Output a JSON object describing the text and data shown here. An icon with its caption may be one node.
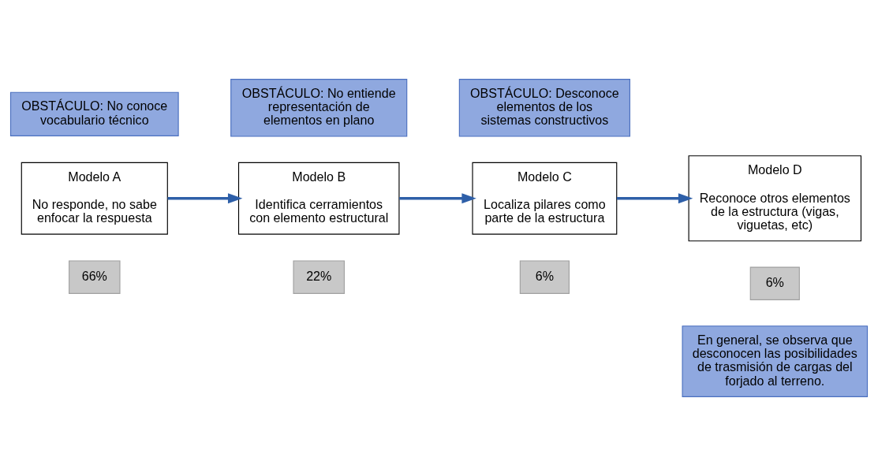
{
  "diagram": {
    "nodes": [
      {
        "text": [
          "OBSTÁCULO: No conoce vocabulario técnico"
        ]
      },
      {
        "text": [
          "Modelo A",
          "No responde, no sabe enfocar la respuesta"
        ]
      },
      {
        "text": [
          "66%"
        ]
      },
      {
        "text": [
          "OBSTÁCULO: No entiende representación de elementos en plano"
        ]
      },
      {
        "text": [
          "Modelo B",
          "Identifica cerramientos con elemento estructural"
        ]
      },
      {
        "text": [
          "22%"
        ]
      },
      {
        "text": [
          "OBSTÁCULO: Desconoce elementos de los sistemas constructivos"
        ]
      },
      {
        "text": [
          "Modelo C",
          "Localiza pilares como parte de la estructura"
        ]
      },
      {
        "text": [
          "6%"
        ]
      },
      {
        "text": [
          "Modelo D",
          "Reconoce otros elementos de la estructura (vigas, viguetas, etc)"
        ]
      },
      {
        "text": [
          "6%"
        ]
      },
      {
        "text": [
          "En general, se observa que desconocen las posibilidades de trasmisión de cargas del forjado al terreno."
        ]
      }
    ],
    "edges": [
      {
        "from": 1,
        "to": 4,
        "arrow": "to"
      },
      {
        "from": 4,
        "to": 7,
        "arrow": "to"
      },
      {
        "from": 7,
        "to": 9,
        "arrow": "to"
      }
    ]
  }
}
